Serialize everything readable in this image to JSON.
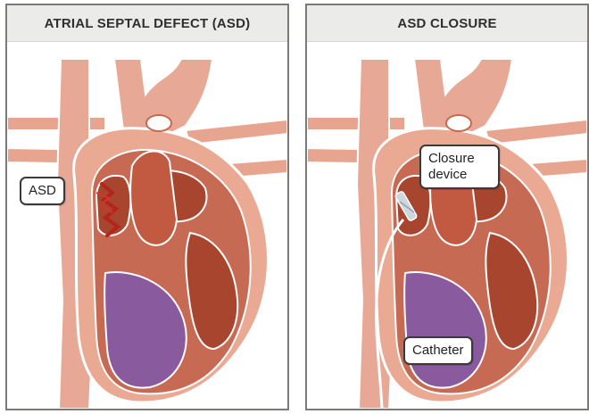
{
  "panels": [
    {
      "title": "ATRIAL SEPTAL DEFECT (ASD)"
    },
    {
      "title": "ASD CLOSURE"
    }
  ],
  "labels": {
    "asd": "ASD",
    "closure_device_line1": "Closure",
    "closure_device_line2": "device",
    "catheter": "Catheter"
  },
  "colors": {
    "heart_outer": "#e8a896",
    "heart_wall": "#c8664f",
    "chamber_dark": "#a9422f",
    "ventricle_purple": "#8a5a9e",
    "background_pink": "#f6d9cd",
    "defect_red": "#b3241d",
    "catheter": "#ffffff",
    "device": "#cfd6dc"
  }
}
